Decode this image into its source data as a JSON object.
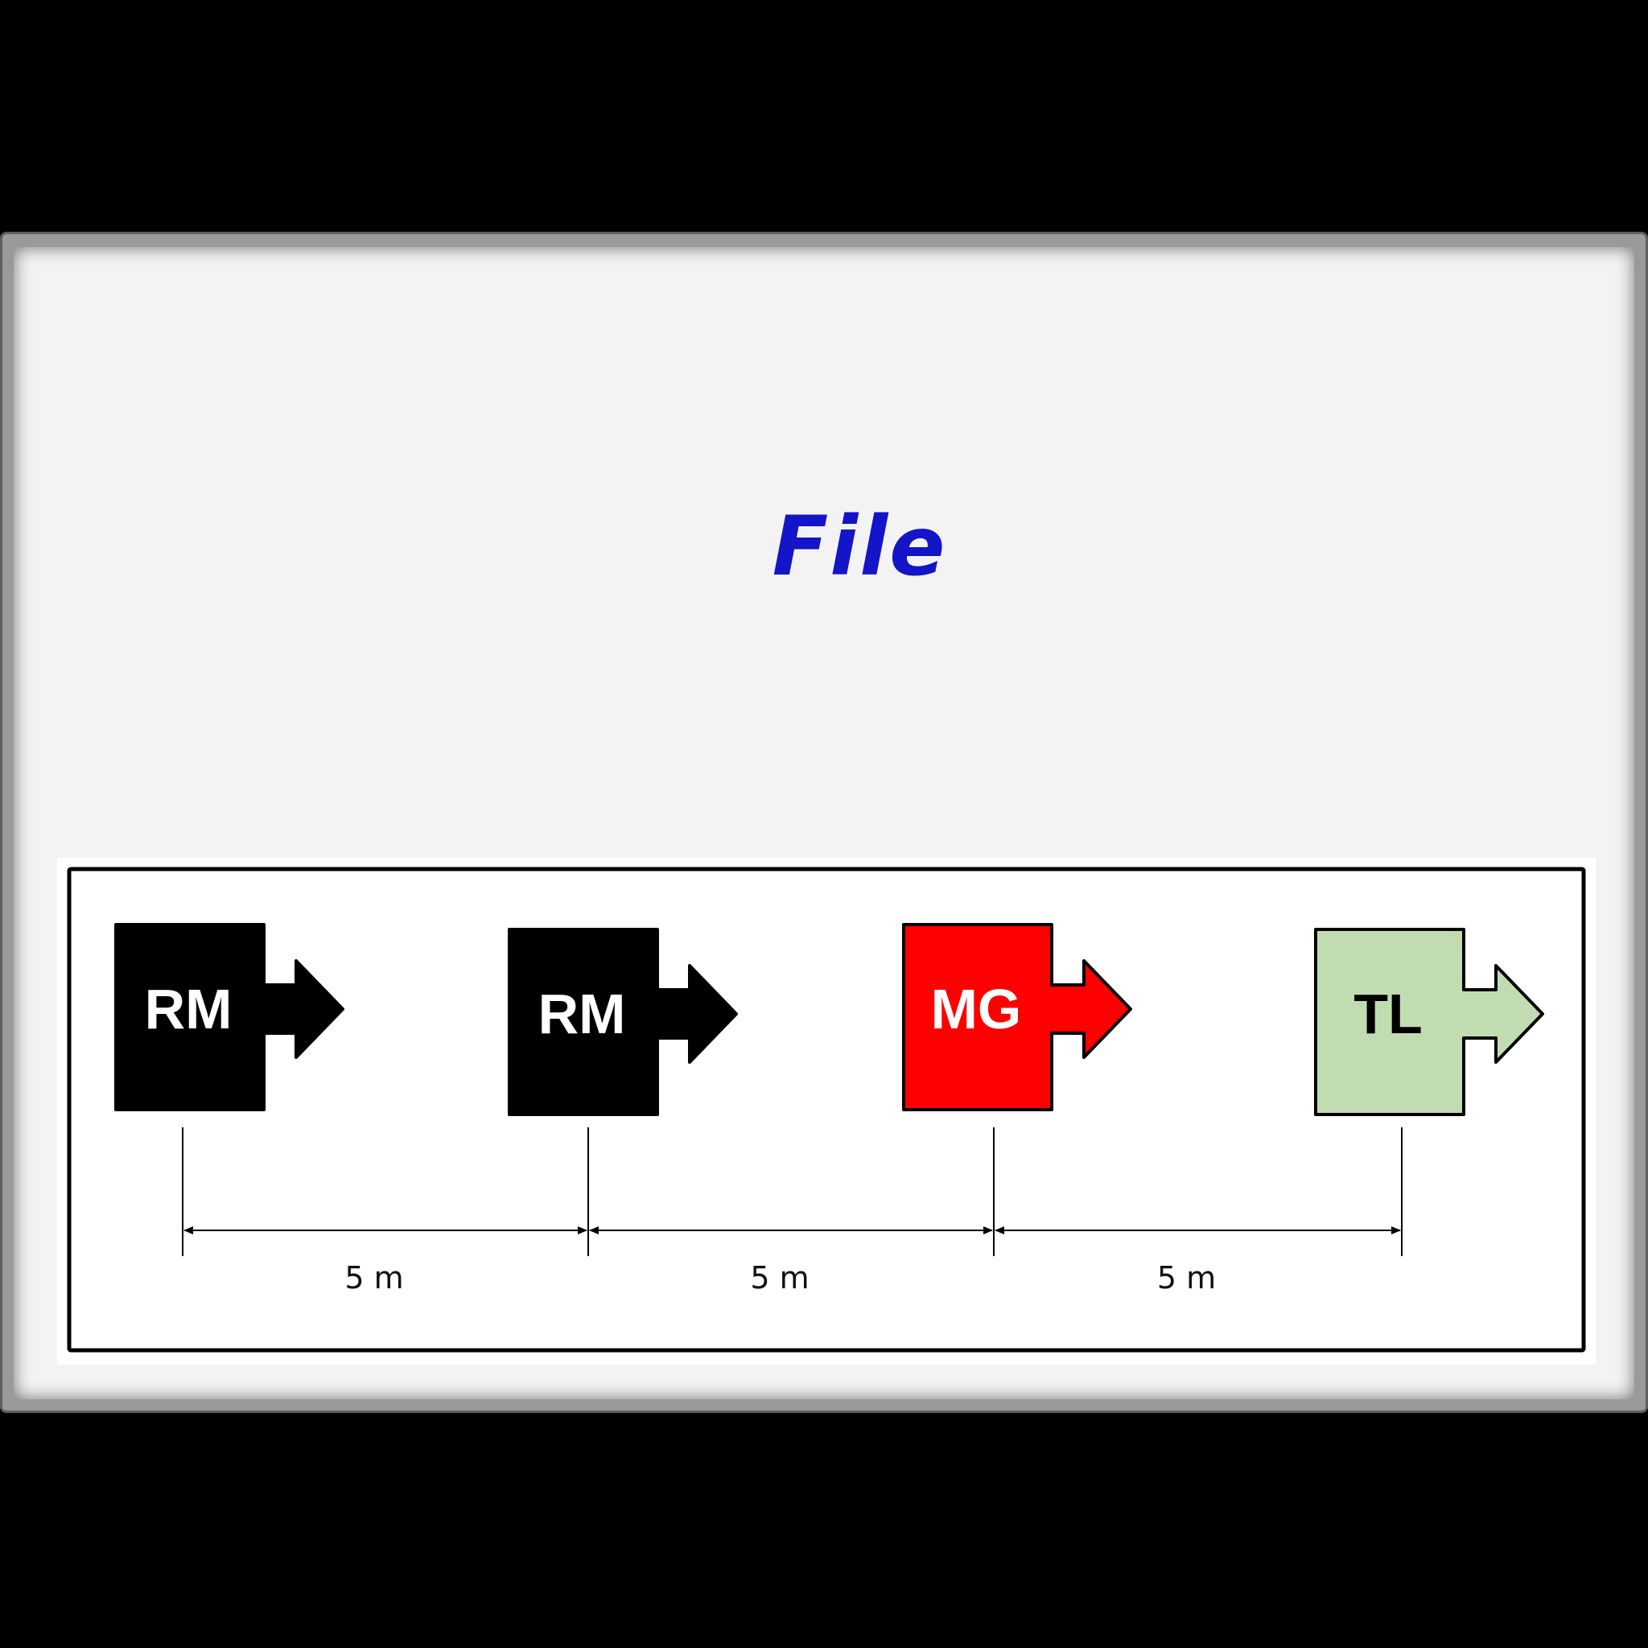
{
  "slide": {
    "title": "File"
  },
  "diagram": {
    "nodes": [
      {
        "label": "RM",
        "fill": "#000000",
        "text_color": "#ffffff",
        "stroke": "#000000"
      },
      {
        "label": "RM",
        "fill": "#000000",
        "text_color": "#ffffff",
        "stroke": "#000000"
      },
      {
        "label": "MG",
        "fill": "#ff0000",
        "text_color": "#ffffff",
        "stroke": "#000000"
      },
      {
        "label": "TL",
        "fill": "#c2dcb2",
        "text_color": "#000000",
        "stroke": "#000000"
      }
    ],
    "spacings": [
      {
        "label": "5 m"
      },
      {
        "label": "5 m"
      },
      {
        "label": "5 m"
      }
    ]
  }
}
